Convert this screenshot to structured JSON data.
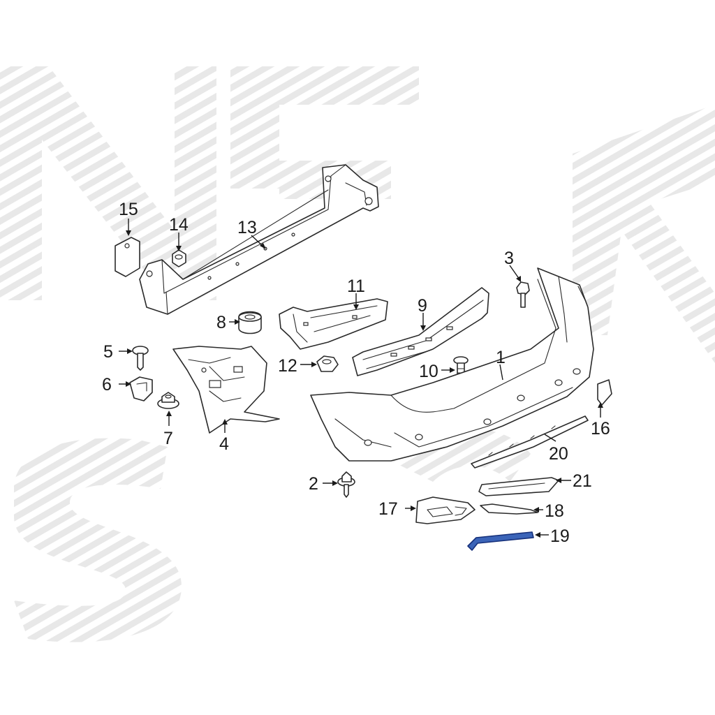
{
  "diagram": {
    "callouts": [
      {
        "id": "1",
        "label": "1"
      },
      {
        "id": "2",
        "label": "2"
      },
      {
        "id": "3",
        "label": "3"
      },
      {
        "id": "4",
        "label": "4"
      },
      {
        "id": "5",
        "label": "5"
      },
      {
        "id": "6",
        "label": "6"
      },
      {
        "id": "7",
        "label": "7"
      },
      {
        "id": "8",
        "label": "8"
      },
      {
        "id": "9",
        "label": "9"
      },
      {
        "id": "10",
        "label": "10"
      },
      {
        "id": "11",
        "label": "11"
      },
      {
        "id": "12",
        "label": "12"
      },
      {
        "id": "13",
        "label": "13"
      },
      {
        "id": "14",
        "label": "14"
      },
      {
        "id": "15",
        "label": "15"
      },
      {
        "id": "16",
        "label": "16"
      },
      {
        "id": "17",
        "label": "17"
      },
      {
        "id": "18",
        "label": "18"
      },
      {
        "id": "19",
        "label": "19"
      },
      {
        "id": "20",
        "label": "20"
      },
      {
        "id": "21",
        "label": "21"
      }
    ],
    "highlight_color": "#3b64b8",
    "watermark_color": "#d9d9d9"
  }
}
